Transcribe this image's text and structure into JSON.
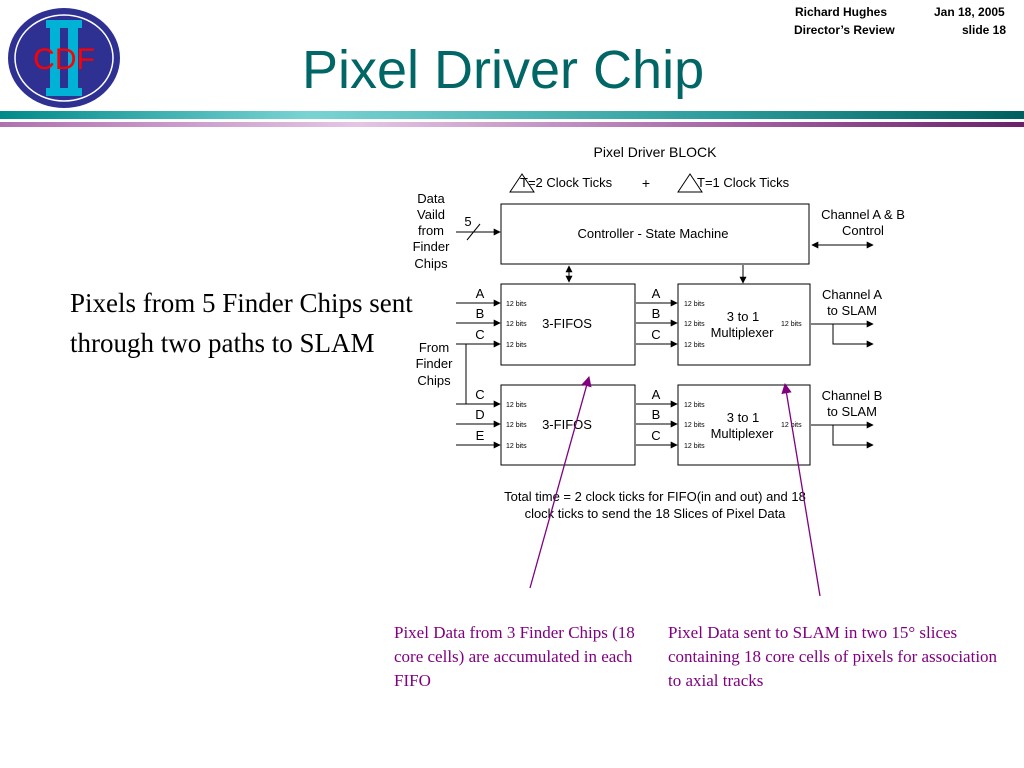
{
  "header": {
    "author": "Richard Hughes",
    "date": "Jan 18, 2005",
    "event": "Director’s  Review",
    "slide": "slide 18",
    "title": "Pixel Driver Chip",
    "logo_text": "CDF"
  },
  "colors": {
    "title": "#006666",
    "caption": "#800080",
    "logo_blue": "#2e3192",
    "logo_red": "#ff0000",
    "logo_cyan": "#00b3d6"
  },
  "main_text": "Pixels from 5 Finder Chips sent through two paths to SLAM",
  "diagram": {
    "title": "Pixel Driver BLOCK",
    "clock_left": "T=2 Clock Ticks",
    "plus": "+",
    "clock_right": "T=1 Clock Ticks",
    "data_valid_lines": [
      "Data",
      "Vaild",
      "from",
      "Finder",
      "Chips"
    ],
    "bus_width": "5",
    "controller": "Controller - State Machine",
    "channel_control_lines": [
      "Channel A & B",
      "Control"
    ],
    "from_finder_lines": [
      "From",
      "Finder",
      "Chips"
    ],
    "fifo_label": "3-FIFOS",
    "mux_lines": [
      "3 to 1",
      "Multiplexer"
    ],
    "bits": "12 bits",
    "top_in": [
      "A",
      "B",
      "C"
    ],
    "bottom_in": [
      "C",
      "D",
      "E"
    ],
    "mux_in": [
      "A",
      "B",
      "C"
    ],
    "channel_a_lines": [
      "Channel A",
      "to SLAM"
    ],
    "channel_b_lines": [
      "Channel B",
      "to SLAM"
    ],
    "total_time_lines": [
      "Total time = 2 clock ticks for FIFO(in and out) and 18",
      "clock ticks to send the 18 Slices of Pixel Data"
    ]
  },
  "captions": {
    "left": "Pixel Data from 3 Finder Chips (18 core cells) are accumulated in each FIFO",
    "right": "Pixel Data sent to SLAM in two 15° slices containing 18 core cells of pixels for association to axial tracks"
  }
}
